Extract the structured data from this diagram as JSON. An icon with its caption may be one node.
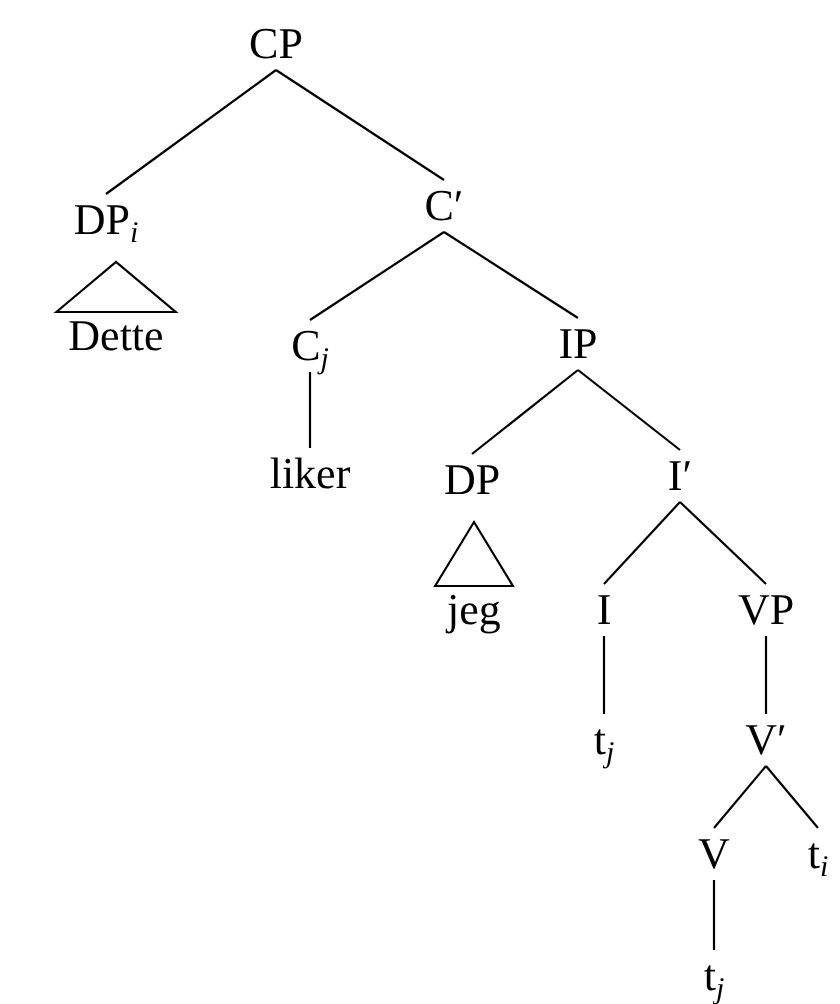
{
  "diagram": {
    "nodes": [
      {
        "text": [
          "CP"
        ]
      },
      {
        "text": [
          "DP$_{i}$"
        ]
      },
      {
        "text": [
          "C′"
        ]
      },
      {
        "text": [
          "Dette"
        ]
      },
      {
        "text": [
          "C$_{j}$"
        ]
      },
      {
        "text": [
          "IP"
        ]
      },
      {
        "text": [
          "liker"
        ]
      },
      {
        "text": [
          "DP"
        ]
      },
      {
        "text": [
          "I′"
        ]
      },
      {
        "text": [
          "jeg"
        ]
      },
      {
        "text": [
          "I"
        ]
      },
      {
        "text": [
          "VP"
        ]
      },
      {
        "text": [
          "t$_{j}$"
        ]
      },
      {
        "text": [
          "V′"
        ]
      },
      {
        "text": [
          "V"
        ]
      },
      {
        "text": [
          "t$_{i}$"
        ]
      },
      {
        "text": [
          "t$_{j}$"
        ]
      }
    ],
    "edges": [
      {
        "from": 0,
        "to": 1,
        "arrow": "none"
      },
      {
        "from": 0,
        "to": 2,
        "arrow": "none"
      },
      {
        "from": 1,
        "to": 3,
        "arrow": "none"
      },
      {
        "from": 2,
        "to": 4,
        "arrow": "none"
      },
      {
        "from": 2,
        "to": 5,
        "arrow": "none"
      },
      {
        "from": 4,
        "to": 6,
        "arrow": "none"
      },
      {
        "from": 5,
        "to": 7,
        "arrow": "none"
      },
      {
        "from": 5,
        "to": 8,
        "arrow": "none"
      },
      {
        "from": 7,
        "to": 9,
        "arrow": "none"
      },
      {
        "from": 8,
        "to": 10,
        "arrow": "none"
      },
      {
        "from": 8,
        "to": 11,
        "arrow": "none"
      },
      {
        "from": 10,
        "to": 12,
        "arrow": "none"
      },
      {
        "from": 11,
        "to": 13,
        "arrow": "none"
      },
      {
        "from": 13,
        "to": 14,
        "arrow": "none"
      },
      {
        "from": 13,
        "to": 15,
        "arrow": "none"
      },
      {
        "from": 14,
        "to": 16,
        "arrow": "none"
      }
    ]
  }
}
